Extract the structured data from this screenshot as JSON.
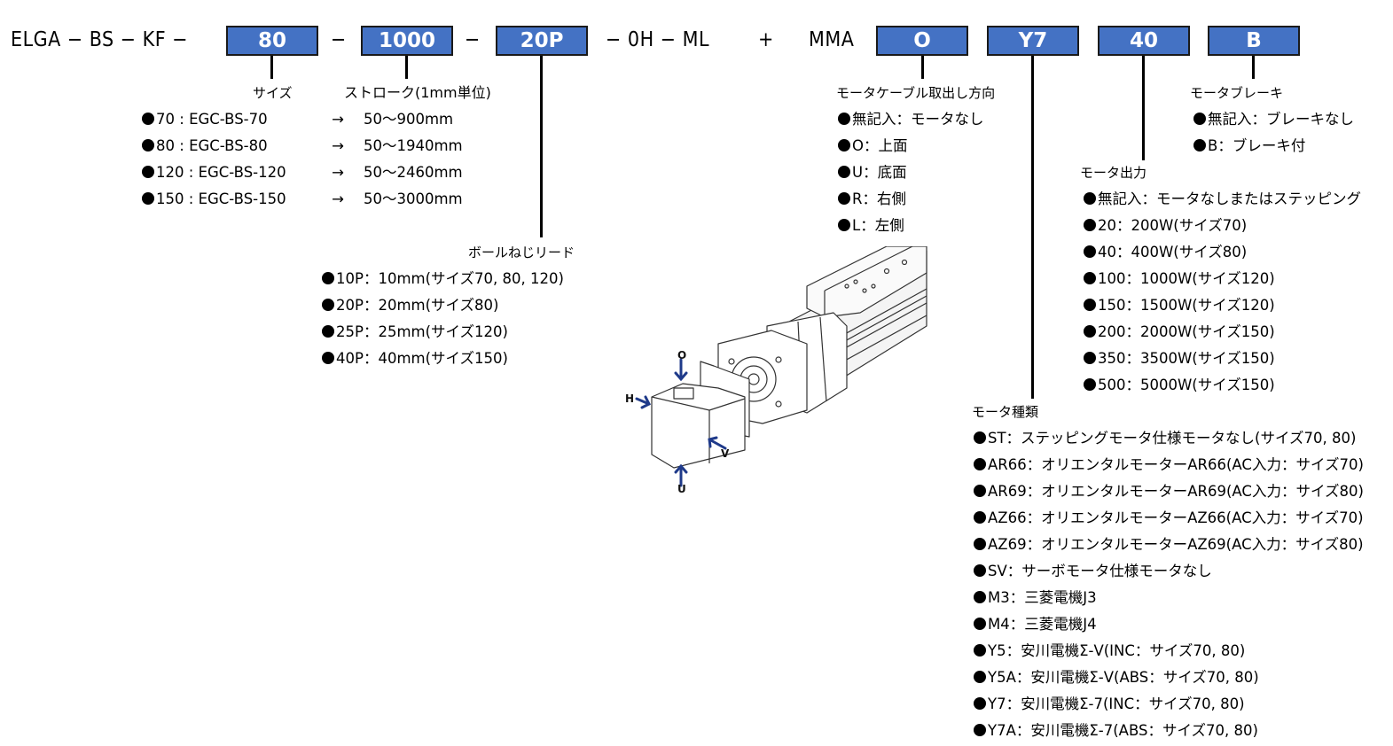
{
  "model_code": {
    "prefix": "ELGA − BS − KF −",
    "sep1": "−",
    "sep2": "−",
    "mid": "− 0H − ML",
    "plus": "+",
    "motor_prefix": "MMA",
    "boxes": {
      "size": "80",
      "stroke": "1000",
      "lead": "20P",
      "cable_direction": "O",
      "motor_type": "Y7",
      "motor_output": "40",
      "brake": "B"
    },
    "box_color": "#4472c4"
  },
  "size": {
    "heading": "サイズ",
    "items": [
      {
        "code": "70",
        "desc": "EGC-BS-70"
      },
      {
        "code": "80",
        "desc": "EGC-BS-80"
      },
      {
        "code": "120",
        "desc": "EGC-BS-120"
      },
      {
        "code": "150",
        "desc": "EGC-BS-150"
      }
    ]
  },
  "stroke": {
    "heading": "ストローク(1mm単位)",
    "arrow": "→",
    "items": [
      "50～900mm",
      "50～1940mm",
      "50～2460mm",
      "50～3000mm"
    ]
  },
  "lead": {
    "heading": "ボールねじリード",
    "items": [
      "10P：10mm(サイズ70, 80, 120)",
      "20P：20mm(サイズ80)",
      "25P：25mm(サイズ120)",
      "40P：40mm(サイズ150)"
    ]
  },
  "cable_direction": {
    "heading": "モータケーブル取出し方向",
    "items": [
      "無記入：モータなし",
      "O：上面",
      "U：底面",
      "R：右側",
      "L：左側"
    ]
  },
  "brake": {
    "heading": "モータブレーキ",
    "items": [
      "無記入：ブレーキなし",
      "B：ブレーキ付"
    ]
  },
  "motor_output": {
    "heading": "モータ出力",
    "items": [
      "無記入：モータなしまたはステッピング",
      "20：200W(サイズ70)",
      "40：400W(サイズ80)",
      "100：1000W(サイズ120)",
      "150：1500W(サイズ120)",
      "200：2000W(サイズ150)",
      "350：3500W(サイズ150)",
      "500：5000W(サイズ150)"
    ]
  },
  "motor_type": {
    "heading": "モータ種類",
    "items": [
      "ST：ステッピングモータ仕様モータなし(サイズ70, 80)",
      "AR66：オリエンタルモーターAR66(AC入力：サイズ70)",
      "AR69：オリエンタルモーターAR69(AC入力：サイズ80)",
      "AZ66：オリエンタルモーターAZ66(AC入力：サイズ70)",
      "AZ69：オリエンタルモーターAZ69(AC入力：サイズ80)",
      "SV：サーボモータ仕様モータなし",
      "M3：三菱電機J3",
      "M4：三菱電機J4",
      "Y5：安川電機Σ-V(INC：サイズ70, 80)",
      "Y5A：安川電機Σ-V(ABS：サイズ70, 80)",
      "Y7：安川電機Σ-7(INC：サイズ70, 80)",
      "Y7A：安川電機Σ-7(ABS：サイズ70, 80)"
    ]
  },
  "figure": {
    "direction_labels": {
      "top": "O",
      "rear": "H",
      "side": "V",
      "bottom": "U"
    },
    "arrow_color": "#1f3a8a"
  }
}
